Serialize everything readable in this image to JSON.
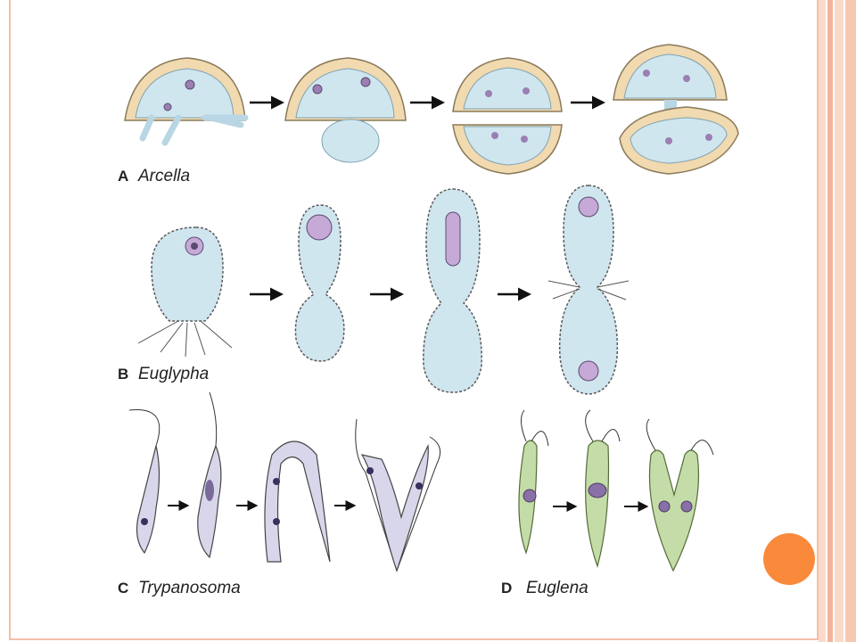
{
  "panels": [
    {
      "letter": "A",
      "name": "Arcella"
    },
    {
      "letter": "B",
      "name": "Euglypha"
    },
    {
      "letter": "C",
      "name": "Trypanosoma"
    },
    {
      "letter": "D",
      "name": "Euglena"
    }
  ],
  "colors": {
    "border": "#f4bfa8",
    "stripe_light": "#fbd9c9",
    "stripe_dark": "#f2b59b",
    "bullet": "#f98a3c",
    "cytoplasm": "#cfe6ef",
    "test_shell": "#f1d9b0",
    "nucleus": "#9b7fb3",
    "euglena": "#c4dca8"
  },
  "icons": [
    "arrow-right-icon"
  ]
}
